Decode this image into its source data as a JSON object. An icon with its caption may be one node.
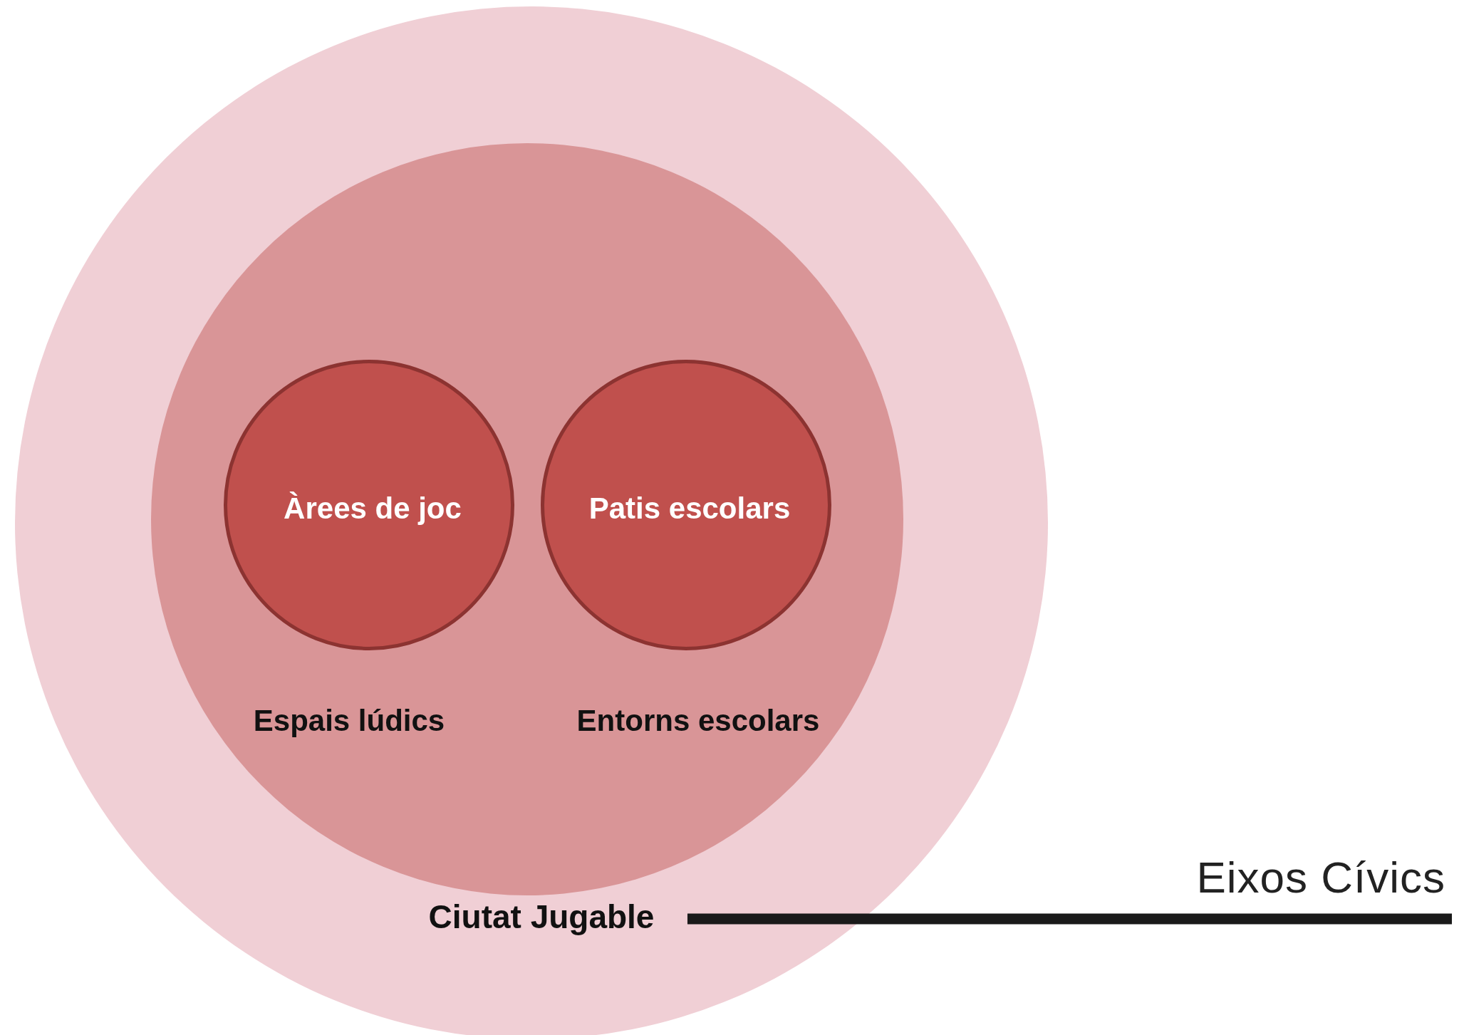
{
  "diagram": {
    "nodes": [
      {
        "text": [],
        "shape": "circle"
      },
      {
        "text": [
          "Ciutat Jugable"
        ],
        "in": 0
      },
      {
        "text": [
          "Àrees de joc"
        ],
        "in": 1,
        "beside": [
          "Espais lúdics"
        ]
      },
      {
        "text": [
          "Patis escolars"
        ],
        "in": 1,
        "beside": [
          "Entorns escolars"
        ]
      },
      {
        "text": [
          "Eixos Cívics"
        ]
      }
    ],
    "edges": [
      {
        "from": 4,
        "to": 0,
        "arrow": "none"
      }
    ]
  }
}
